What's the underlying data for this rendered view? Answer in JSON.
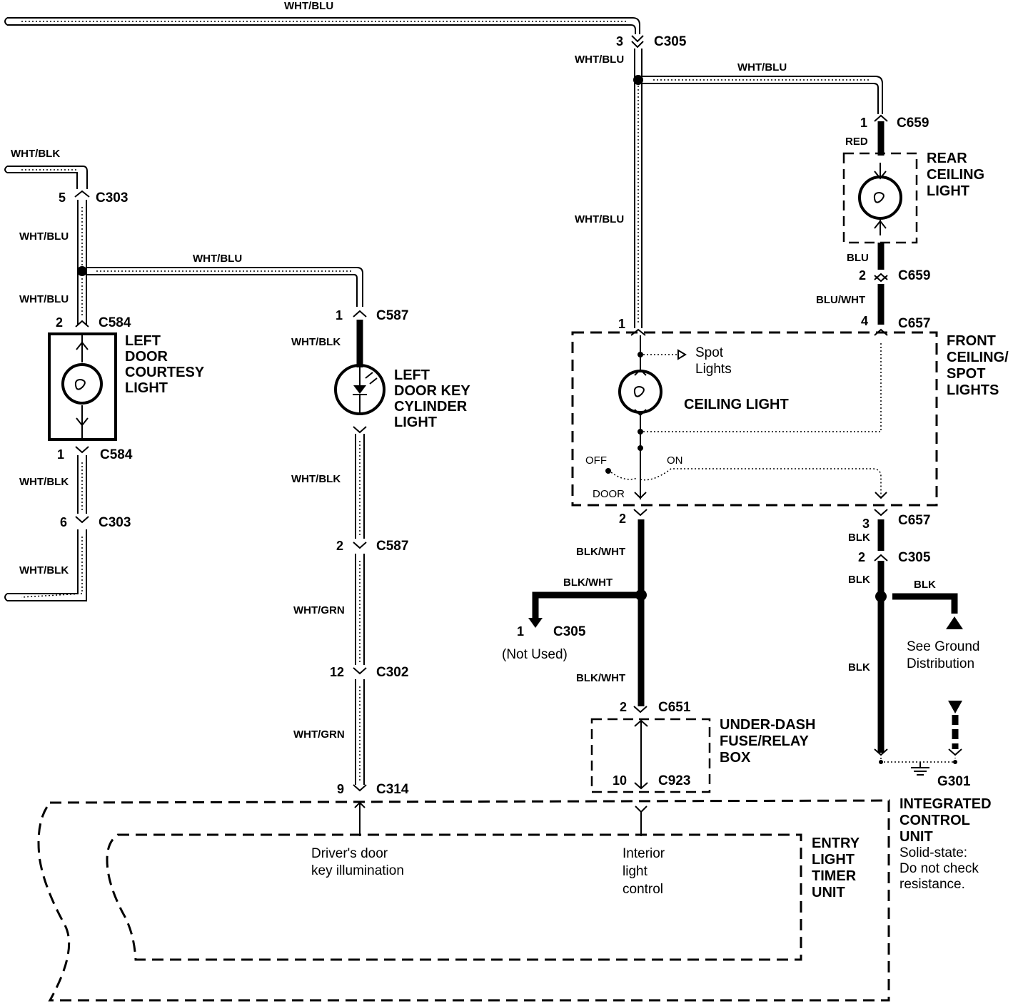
{
  "wires": {
    "top_wht_blu": "WHT/BLU",
    "c305_wht_blu": "WHT/BLU",
    "branch_wht_blu_right": "WHT/BLU",
    "vertical_wht_blu_center": "WHT/BLU",
    "red": "RED",
    "blu": "BLU",
    "blu_wht": "BLU/WHT",
    "left_wht_blk_top": "WHT/BLK",
    "left_wht_blu_1": "WHT/BLU",
    "left_wht_blu_branch": "WHT/BLU",
    "left_wht_blu_2": "WHT/BLU",
    "left_wht_blk_mid": "WHT/BLK",
    "left_wht_blk_bottom": "WHT/BLK",
    "key_wht_blk_1": "WHT/BLK",
    "key_wht_blk_2": "WHT/BLK",
    "key_wht_grn_1": "WHT/GRN",
    "key_wht_grn_2": "WHT/GRN",
    "blk_wht_1": "BLK/WHT",
    "blk_wht_2": "BLK/WHT",
    "blk_wht_3": "BLK/WHT",
    "blk_1": "BLK",
    "blk_2": "BLK",
    "blk_3": "BLK",
    "blk_4": "BLK"
  },
  "connectors": {
    "c305_top": {
      "pin": "3",
      "name": "C305"
    },
    "c659_1": {
      "pin": "1",
      "name": "C659"
    },
    "c659_2": {
      "pin": "2",
      "name": "C659"
    },
    "c657_4": {
      "pin": "4",
      "name": "C657"
    },
    "c657_1": {
      "pin": "1",
      "name": ""
    },
    "c657_2": {
      "pin": "2",
      "name": ""
    },
    "c657_3": {
      "pin": "3",
      "name": "C657"
    },
    "c303_5": {
      "pin": "5",
      "name": "C303"
    },
    "c584_2": {
      "pin": "2",
      "name": "C584"
    },
    "c584_1": {
      "pin": "1",
      "name": "C584"
    },
    "c303_6": {
      "pin": "6",
      "name": "C303"
    },
    "c587_1": {
      "pin": "1",
      "name": "C587"
    },
    "c587_2": {
      "pin": "2",
      "name": "C587"
    },
    "c302_12": {
      "pin": "12",
      "name": "C302"
    },
    "c314_9": {
      "pin": "9",
      "name": "C314"
    },
    "c305_2": {
      "pin": "2",
      "name": "C305"
    },
    "c305_1": {
      "pin": "1",
      "name": "C305"
    },
    "c651_2": {
      "pin": "2",
      "name": "C651"
    },
    "c923_10": {
      "pin": "10",
      "name": "C923"
    },
    "g301": {
      "pin": "",
      "name": "G301"
    }
  },
  "components": {
    "rear_ceiling_light": [
      "REAR",
      "CEILING",
      "LIGHT"
    ],
    "front_ceiling_spot": [
      "FRONT",
      "CEILING/",
      "SPOT",
      "LIGHTS"
    ],
    "ceiling_light": "CEILING LIGHT",
    "spot_lights": [
      "Spot",
      "Lights"
    ],
    "switch_off": "OFF",
    "switch_on": "ON",
    "switch_door": "DOOR",
    "left_door_courtesy": [
      "LEFT",
      "DOOR",
      "COURTESY",
      "LIGHT"
    ],
    "left_door_key": [
      "LEFT",
      "DOOR KEY",
      "CYLINDER",
      "LIGHT"
    ],
    "under_dash": [
      "UNDER-DASH",
      "FUSE/RELAY",
      "BOX"
    ],
    "integrated_control": [
      "INTEGRATED",
      "CONTROL",
      "UNIT"
    ],
    "solid_state_note": [
      "Solid-state:",
      "Do not check",
      "resistance."
    ],
    "entry_light_timer": [
      "ENTRY",
      "LIGHT",
      "TIMER",
      "UNIT"
    ],
    "drivers_door": [
      "Driver's door",
      "key illumination"
    ],
    "interior_light": [
      "Interior",
      "light",
      "control"
    ],
    "not_used": "(Not Used)",
    "see_ground": [
      "See Ground",
      "Distribution"
    ]
  }
}
